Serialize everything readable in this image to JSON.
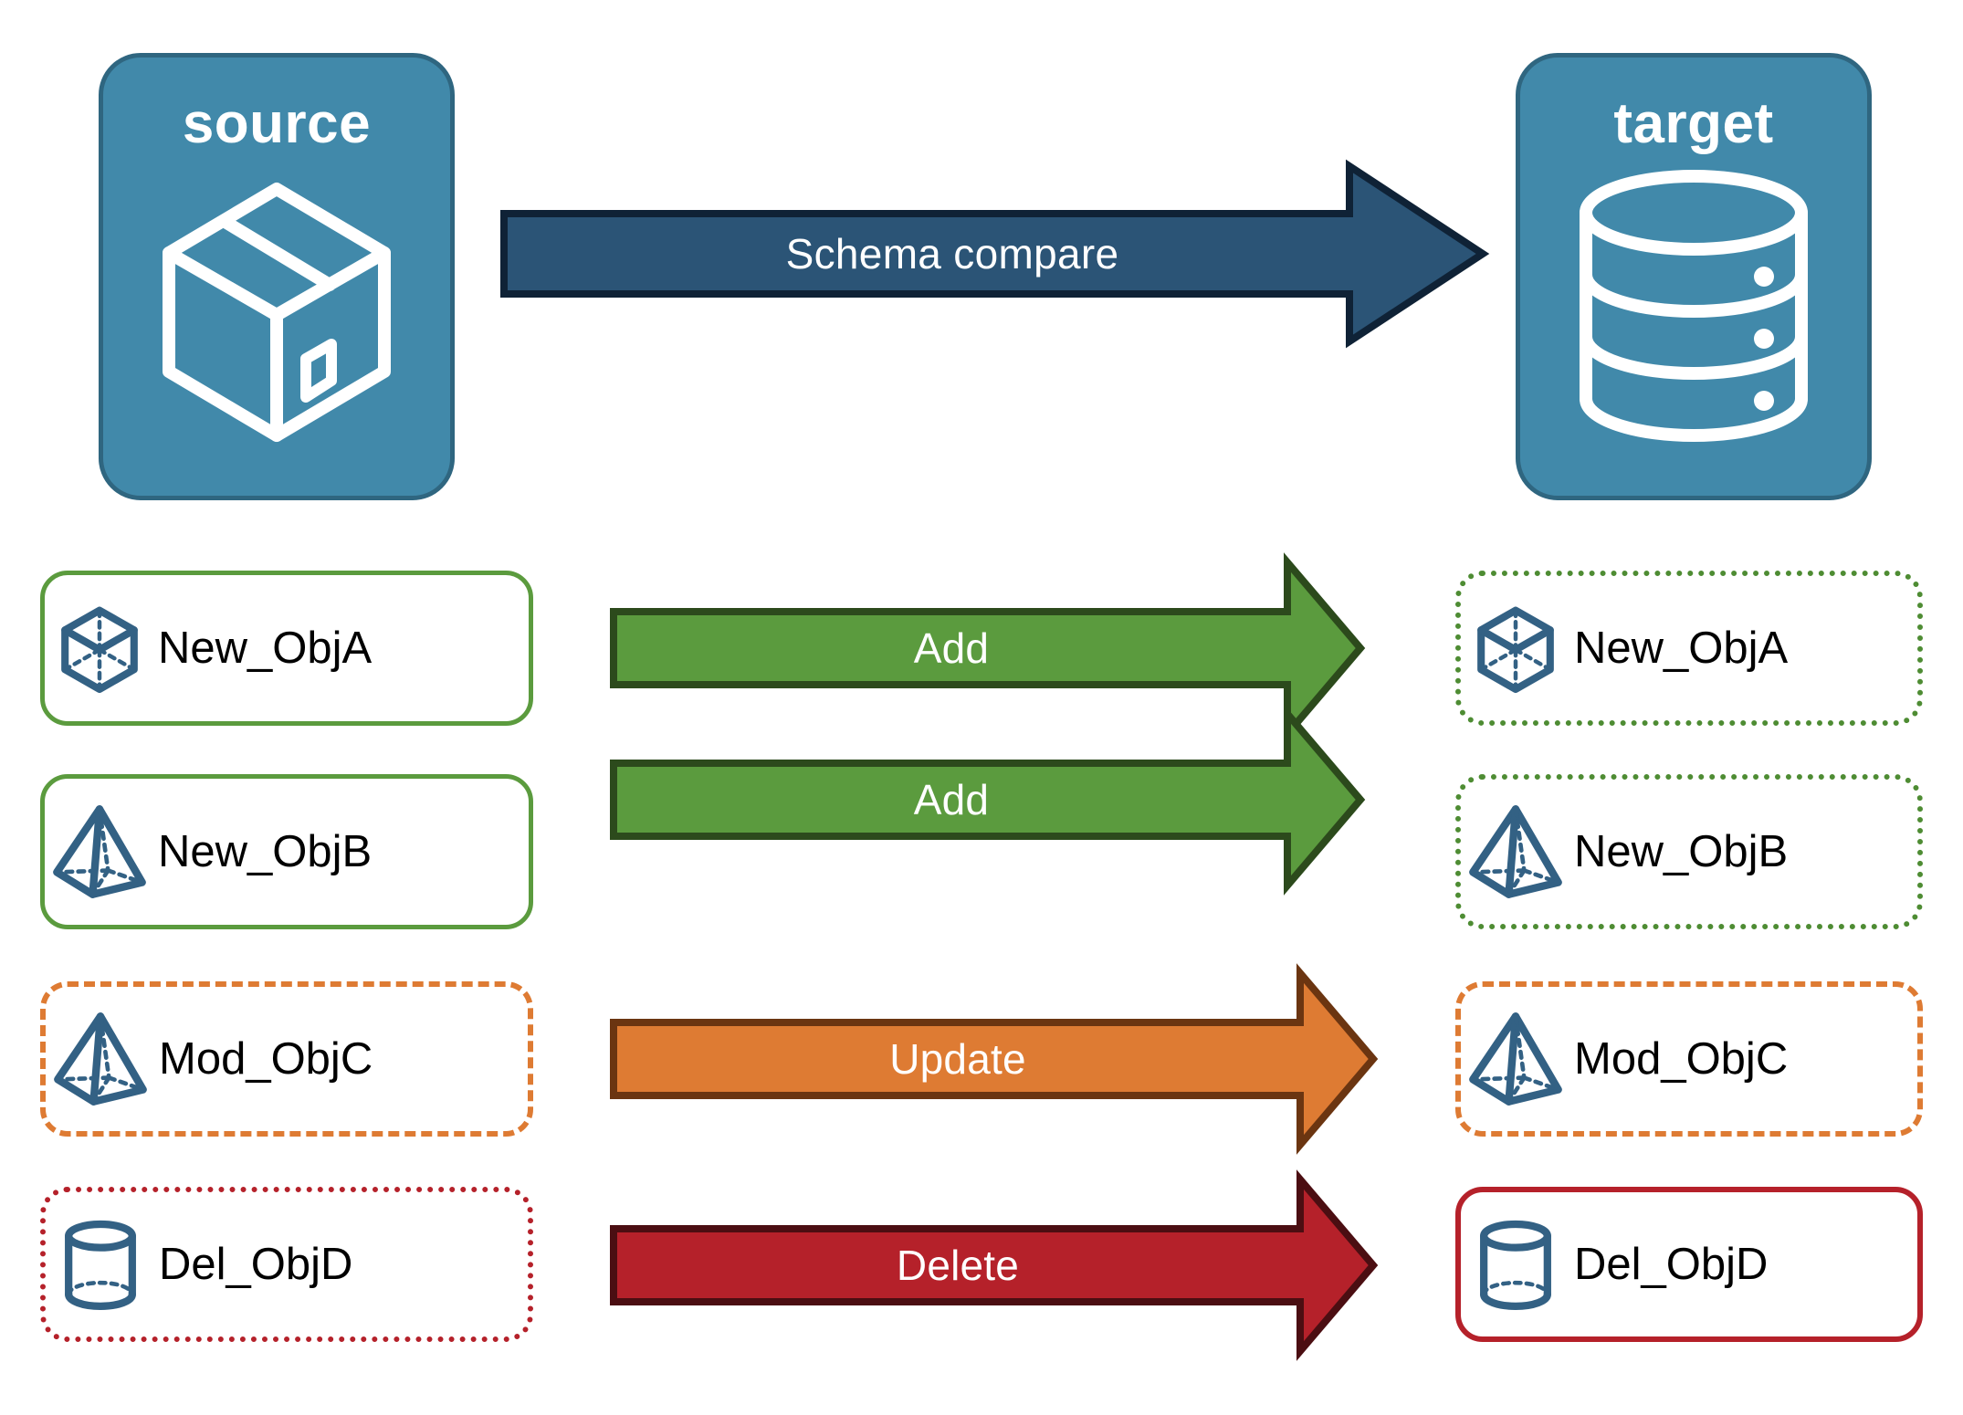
{
  "diagram": {
    "title": "Schema compare source to target",
    "background": "#FFFFFF",
    "palette": {
      "endpoint_fill": "#4189AA",
      "endpoint_stroke": "#2F6680",
      "compare_arrow_fill": "#2B5476",
      "compare_arrow_stroke": "#0F2236",
      "add_fill": "#5B9B3E",
      "add_stroke": "#2C4A1C",
      "update_fill": "#DE7B33",
      "update_stroke": "#6B3511",
      "delete_fill": "#B5212A",
      "delete_stroke": "#4B0E12",
      "object_icon": "#336184",
      "green": "#5B9B3E",
      "orange": "#DE7B33",
      "red": "#B5212A",
      "label_text": "#000000",
      "arrow_text": "#FFFFFF"
    }
  },
  "endpoints": {
    "source": {
      "label": "source",
      "icon": "package-box-icon"
    },
    "target": {
      "label": "target",
      "icon": "database-cylinder-icon"
    }
  },
  "compare_arrow": {
    "label": "Schema compare",
    "icon": "right-arrow-icon"
  },
  "rows": [
    {
      "id": "row-add-a",
      "action": "Add",
      "action_icon": "right-arrow-icon",
      "action_color": "#5B9B3E",
      "source": {
        "label": "New_ObjA",
        "icon": "wireframe-cube-icon",
        "border": "solid",
        "border_color": "#5B9B3E"
      },
      "target": {
        "label": "New_ObjA",
        "icon": "wireframe-cube-icon",
        "border": "dotted",
        "border_color": "#4E8C33"
      }
    },
    {
      "id": "row-add-b",
      "action": "Add",
      "action_icon": "right-arrow-icon",
      "action_color": "#5B9B3E",
      "source": {
        "label": "New_ObjB",
        "icon": "wireframe-pyramid-icon",
        "border": "solid",
        "border_color": "#5B9B3E"
      },
      "target": {
        "label": "New_ObjB",
        "icon": "wireframe-pyramid-icon",
        "border": "dotted",
        "border_color": "#4E8C33"
      }
    },
    {
      "id": "row-update-c",
      "action": "Update",
      "action_icon": "right-arrow-icon",
      "action_color": "#DE7B33",
      "source": {
        "label": "Mod_ObjC",
        "icon": "wireframe-pyramid-icon",
        "border": "dashed",
        "border_color": "#DE7B33"
      },
      "target": {
        "label": "Mod_ObjC",
        "icon": "wireframe-pyramid-icon",
        "border": "dashed",
        "border_color": "#DE7B33"
      }
    },
    {
      "id": "row-delete-d",
      "action": "Delete",
      "action_icon": "right-arrow-icon",
      "action_color": "#B5212A",
      "source": {
        "label": "Del_ObjD",
        "icon": "wireframe-cylinder-icon",
        "border": "dotted",
        "border_color": "#B5212A"
      },
      "target": {
        "label": "Del_ObjD",
        "icon": "wireframe-cylinder-icon",
        "border": "solid",
        "border_color": "#B5212A"
      }
    }
  ]
}
